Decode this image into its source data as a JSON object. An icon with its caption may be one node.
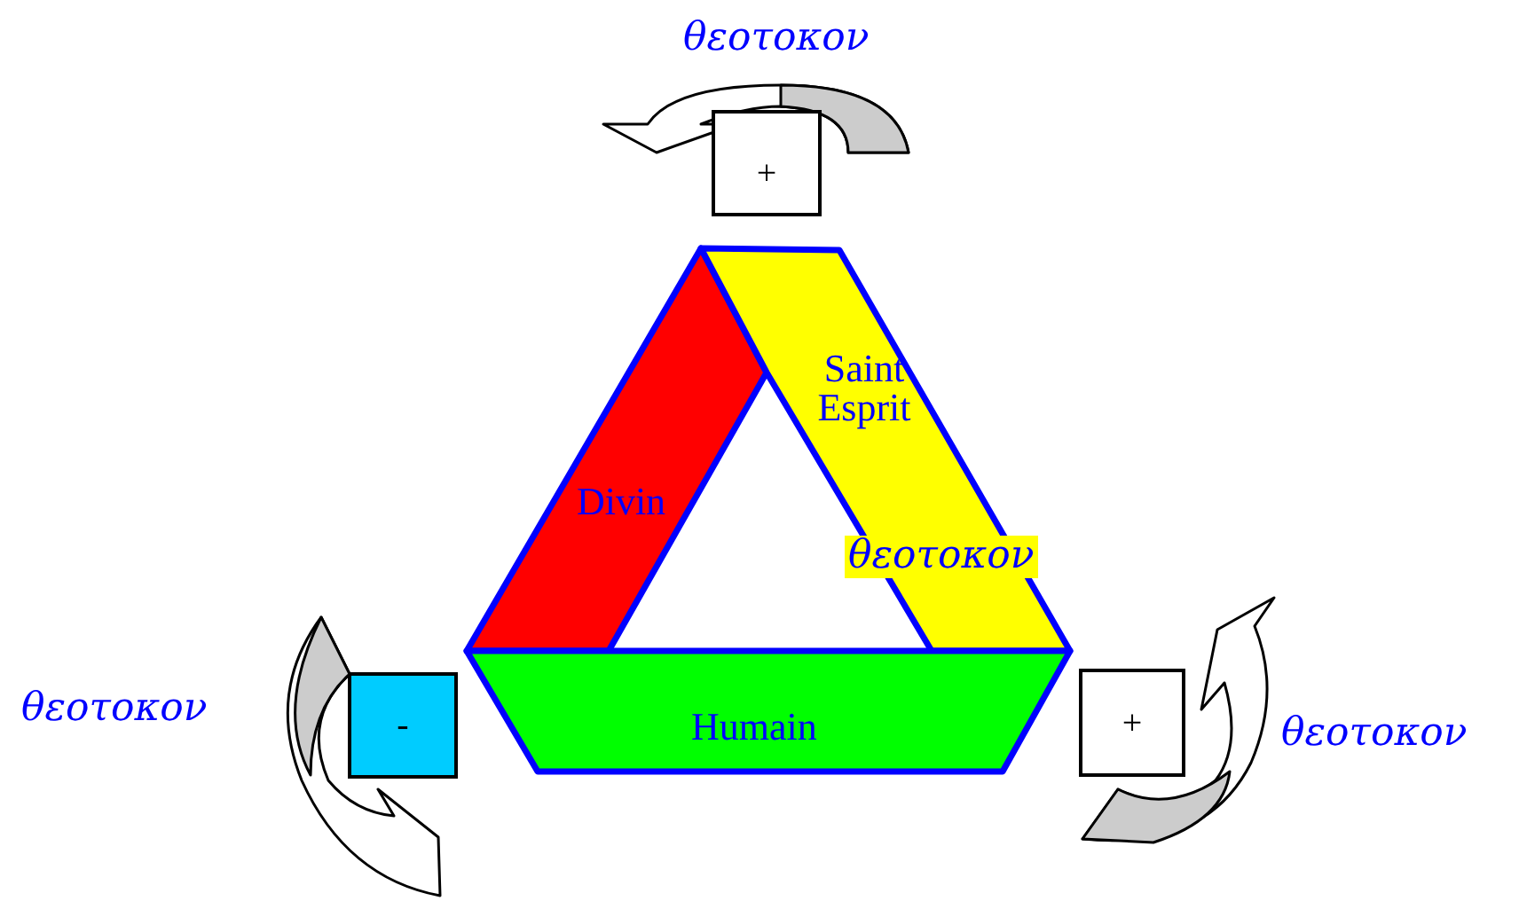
{
  "diagram": {
    "nodes": [
      {
        "text": [
          "+"
        ]
      },
      {
        "text": [
          "Divin"
        ]
      },
      {
        "text": [
          "Saint Esprit"
        ]
      },
      {
        "text": [
          "-"
        ]
      },
      {
        "text": [
          "Humain"
        ]
      },
      {
        "text": [
          "+"
        ]
      }
    ],
    "labels": [
      "θεοτοκον",
      "θεοτοκον",
      "θεοτοκον",
      "θεοτοκον"
    ]
  }
}
